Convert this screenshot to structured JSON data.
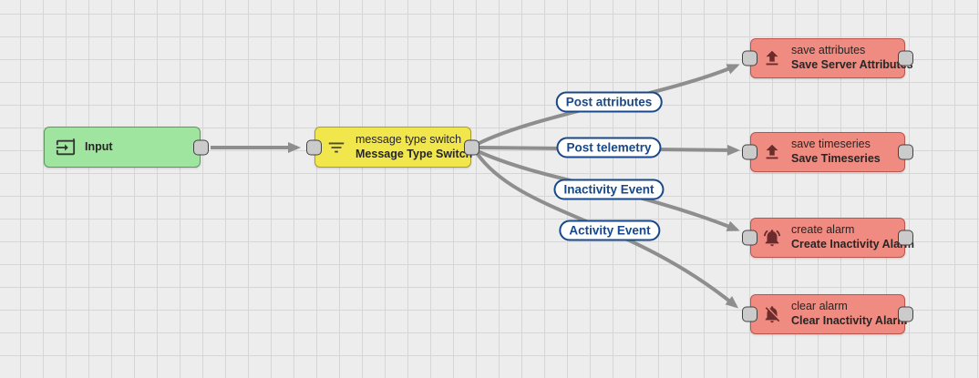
{
  "canvas": {
    "kind": "rule-chain-editor-grid"
  },
  "colors": {
    "canvas_bg": "#ededed",
    "grid_line": "#d6d6d6",
    "input_node": "#9fe49f",
    "switch_node": "#f2e64d",
    "action_node": "#ef8b80",
    "edge": "#8e8e8e",
    "label": "#17498a",
    "port_fill": "#cbcbcb"
  },
  "nodes": {
    "input": {
      "line1": "Input",
      "icon": "input-icon"
    },
    "switch": {
      "line1": "message type switch",
      "line2": "Message Type Switch",
      "icon": "filter-icon"
    },
    "save_attributes": {
      "line1": "save attributes",
      "line2": "Save Server Attributes",
      "icon": "upload-icon"
    },
    "save_timeseries": {
      "line1": "save timeseries",
      "line2": "Save Timeseries",
      "icon": "upload-icon"
    },
    "create_alarm": {
      "line1": "create alarm",
      "line2": "Create Inactivity Alarm",
      "icon": "bell-ring-icon"
    },
    "clear_alarm": {
      "line1": "clear alarm",
      "line2": "Clear Inactivity Alarm",
      "icon": "bell-off-icon"
    }
  },
  "links": {
    "post_attributes": {
      "label": "Post attributes"
    },
    "post_telemetry": {
      "label": "Post telemetry"
    },
    "inactivity_event": {
      "label": "Inactivity Event"
    },
    "activity_event": {
      "label": "Activity Event"
    }
  }
}
